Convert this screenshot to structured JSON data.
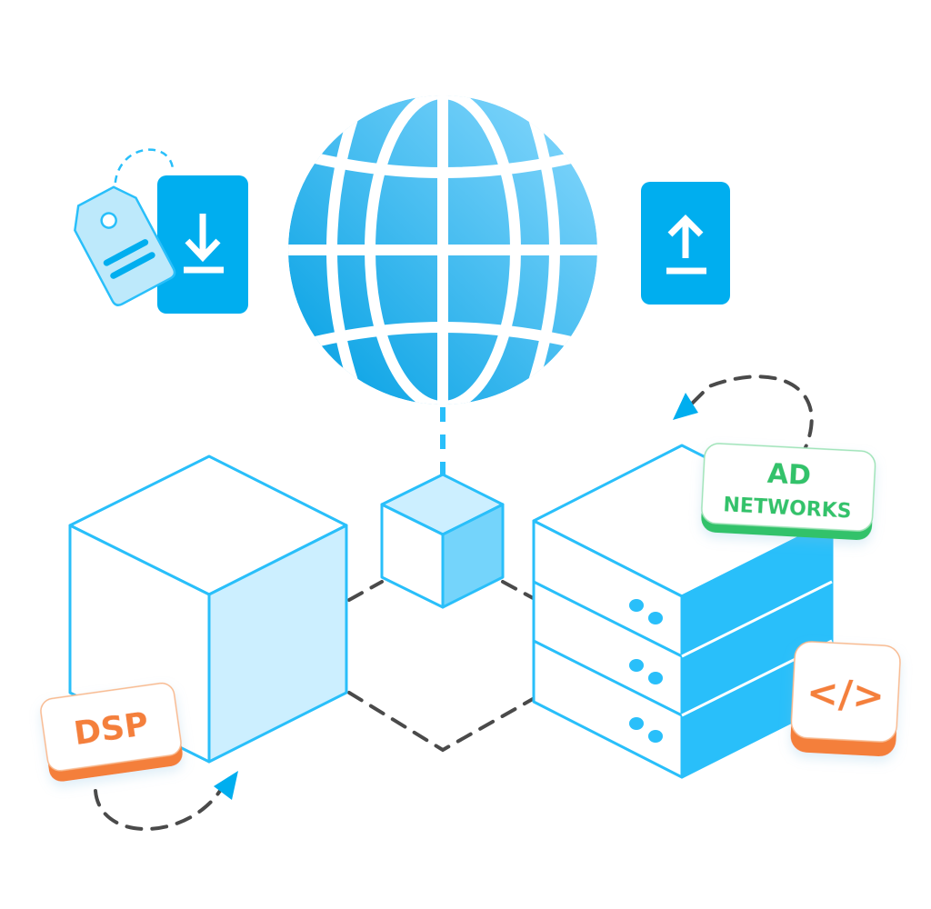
{
  "illustration": {
    "globe": {
      "name": "Internet"
    },
    "download_card": {
      "icon": "download-icon"
    },
    "upload_card": {
      "icon": "upload-icon"
    },
    "price_tag": {
      "icon": "price-tag-icon"
    },
    "labels": {
      "dsp": "DSP",
      "ad_networks_line1": "AD",
      "ad_networks_line2": "NETWORKS",
      "code": "</>"
    },
    "colors": {
      "primary_blue": "#00AEEF",
      "light_blue": "#CCEFFC",
      "mid_blue": "#74D4FB",
      "server_blue": "#29BFFA",
      "green": "#33C26B",
      "orange": "#F47F3B",
      "dash_gray": "#4A4A4A"
    }
  }
}
